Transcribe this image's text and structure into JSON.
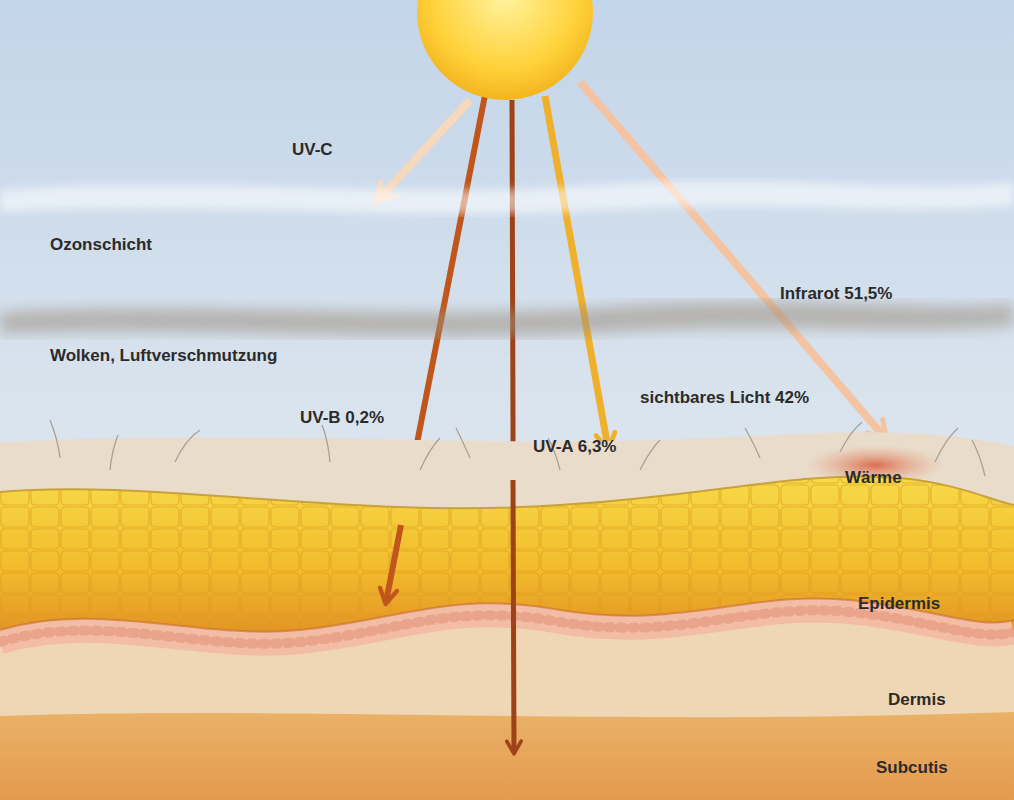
{
  "diagram": {
    "labels": [
      "UV-C",
      "Ozonschicht",
      "Infrarot 51,5%",
      "Wolken, Luftverschmutzung",
      "sichtbares Licht 42%",
      "UV-B 0,2%",
      "UV-A 6,3%",
      "Wärme",
      "Epidermis",
      "Dermis",
      "Subcutis"
    ]
  }
}
